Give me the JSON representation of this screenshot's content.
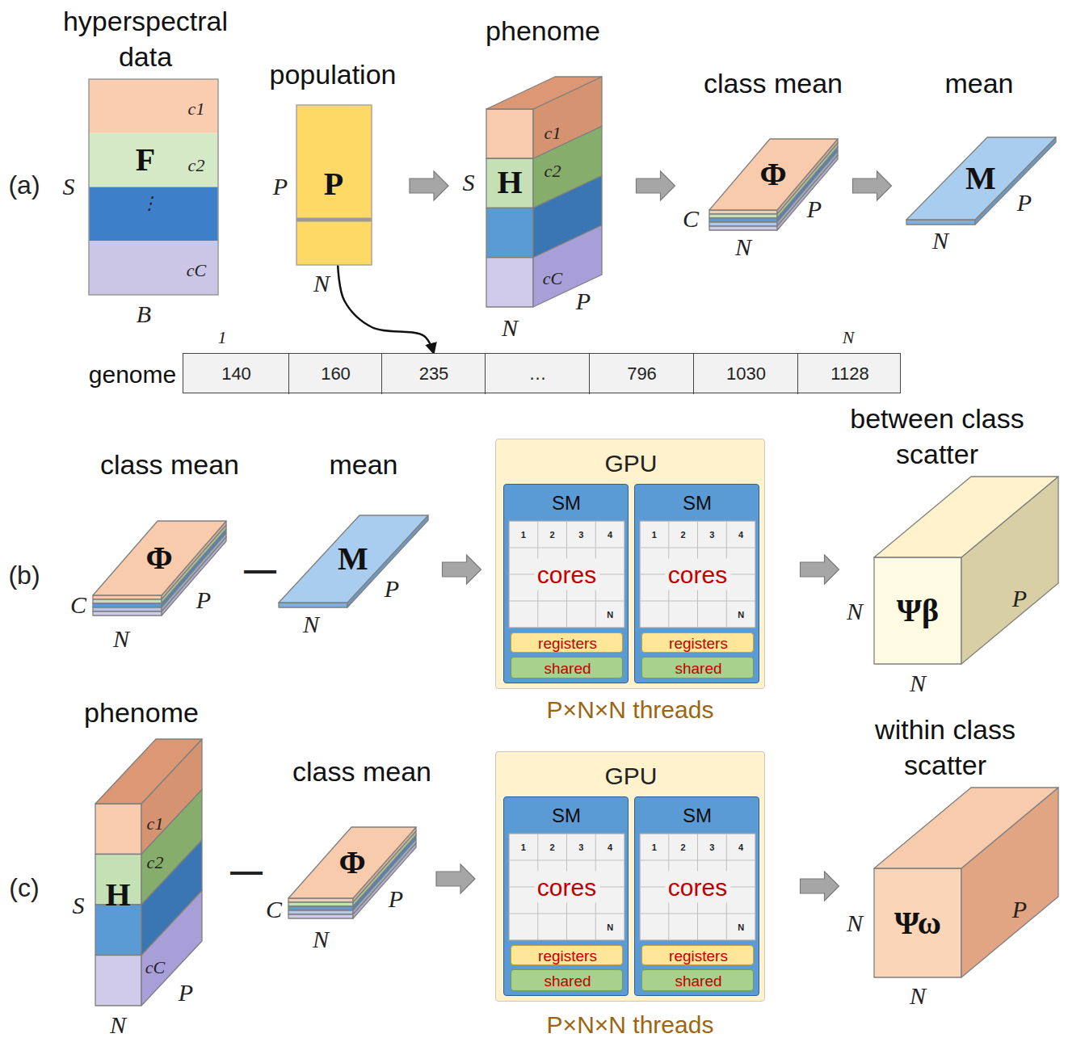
{
  "diagram": {
    "nodes": [
      {
        "text": [
          "hyperspectral data",
          "F"
        ]
      },
      {
        "text": [
          "population",
          "P"
        ]
      },
      {
        "text": [
          "phenome",
          "H"
        ]
      },
      {
        "text": [
          "class mean",
          "Φ"
        ]
      },
      {
        "text": [
          "mean",
          "M"
        ]
      },
      {
        "text": [
          "genome"
        ]
      },
      {
        "text": [
          "140"
        ],
        "in": 5
      },
      {
        "text": [
          "160"
        ],
        "in": 5
      },
      {
        "text": [
          "235"
        ],
        "in": 5
      },
      {
        "text": [
          "…"
        ],
        "in": 5
      },
      {
        "text": [
          "796"
        ],
        "in": 5
      },
      {
        "text": [
          "1030"
        ],
        "in": 5
      },
      {
        "text": [
          "1128"
        ],
        "in": 5
      },
      {
        "text": [
          "class mean",
          "Φ"
        ]
      },
      {
        "text": [
          "mean",
          "M"
        ]
      },
      {
        "text": [
          "GPU"
        ]
      },
      {
        "text": [
          "SM"
        ],
        "in": 15
      },
      {
        "text": [
          "1",
          "2",
          "3",
          "4",
          "cores",
          "N"
        ],
        "in": 16
      },
      {
        "text": [
          "registers"
        ],
        "in": 16
      },
      {
        "text": [
          "shared"
        ],
        "in": 16
      },
      {
        "text": [
          "SM"
        ],
        "in": 15
      },
      {
        "text": [
          "1",
          "2",
          "3",
          "4",
          "cores",
          "N"
        ],
        "in": 20
      },
      {
        "text": [
          "registers"
        ],
        "in": 20
      },
      {
        "text": [
          "shared"
        ],
        "in": 20
      },
      {
        "text": [
          "between class scatter",
          "Ψβ"
        ]
      },
      {
        "text": [
          "phenome",
          "H"
        ]
      },
      {
        "text": [
          "class mean",
          "Φ"
        ]
      },
      {
        "text": [
          "GPU"
        ]
      },
      {
        "text": [
          "SM"
        ],
        "in": 27
      },
      {
        "text": [
          "1",
          "2",
          "3",
          "4",
          "cores",
          "N"
        ],
        "in": 28
      },
      {
        "text": [
          "registers"
        ],
        "in": 28
      },
      {
        "text": [
          "shared"
        ],
        "in": 28
      },
      {
        "text": [
          "SM"
        ],
        "in": 27
      },
      {
        "text": [
          "1",
          "2",
          "3",
          "4",
          "cores",
          "N"
        ],
        "in": 32
      },
      {
        "text": [
          "registers"
        ],
        "in": 32
      },
      {
        "text": [
          "shared"
        ],
        "in": 32
      },
      {
        "text": [
          "within class scatter",
          "Ψω"
        ]
      }
    ],
    "edges": [
      {
        "from": 1,
        "to": 2,
        "arrow": "to"
      },
      {
        "from": 1,
        "to": 8,
        "arrow": "to"
      },
      {
        "from": 2,
        "to": 3,
        "arrow": "to"
      },
      {
        "from": 3,
        "to": 4,
        "arrow": "to"
      },
      {
        "from": 14,
        "to": 15,
        "arrow": "to"
      },
      {
        "from": 15,
        "to": 24,
        "arrow": "to"
      },
      {
        "from": 26,
        "to": 27,
        "arrow": "to"
      },
      {
        "from": 27,
        "to": 36,
        "arrow": "to"
      }
    ],
    "labels": [
      "(a)",
      "S",
      "c1",
      "c2",
      "⋮",
      "cC",
      "B",
      "P",
      "N",
      "S",
      "c1",
      "c2",
      "cC",
      "P",
      "N",
      "C",
      "P",
      "N",
      "N",
      "P",
      "1",
      "N",
      "(b)",
      "C",
      "P",
      "N",
      "—",
      "N",
      "P",
      "P×N×N threads",
      "N",
      "P",
      "N",
      "(c)",
      "S",
      "c1",
      "c2",
      "cC",
      "P",
      "N",
      "—",
      "C",
      "P",
      "N",
      "P×N×N threads",
      "N",
      "P",
      "N"
    ]
  }
}
